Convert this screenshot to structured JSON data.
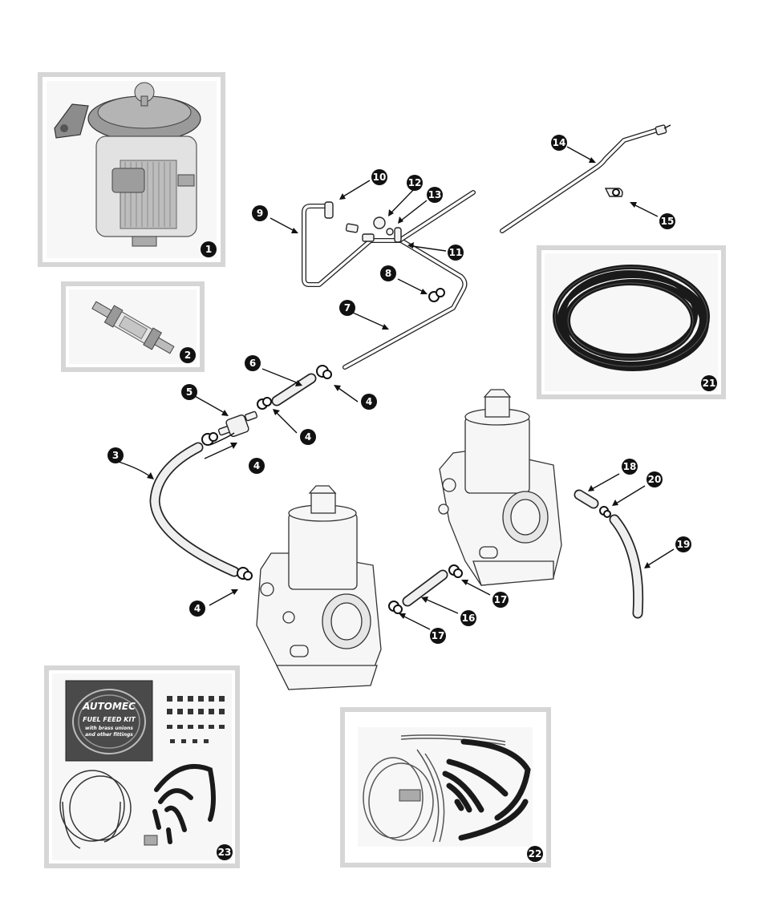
{
  "callouts": {
    "c1": "1",
    "c2": "2",
    "c3": "3",
    "c4a": "4",
    "c4b": "4",
    "c4c": "4",
    "c4d": "4",
    "c5": "5",
    "c6": "6",
    "c7": "7",
    "c8": "8",
    "c9": "9",
    "c10": "10",
    "c11": "11",
    "c12": "12",
    "c13": "13",
    "c14": "14",
    "c15": "15",
    "c16": "16",
    "c17a": "17",
    "c17b": "17",
    "c18": "18",
    "c19": "19",
    "c20": "20",
    "c21": "21",
    "c22": "22",
    "c23": "23"
  },
  "kit_box": {
    "brand": "AUTOMEC",
    "title": "FUEL FEED KIT",
    "subtitle_line1": "with brass unions",
    "subtitle_line2": "and other fittings"
  },
  "colors": {
    "frame": "#d6d6d6",
    "callout": "#111111",
    "hose": "#1a1a1a"
  }
}
